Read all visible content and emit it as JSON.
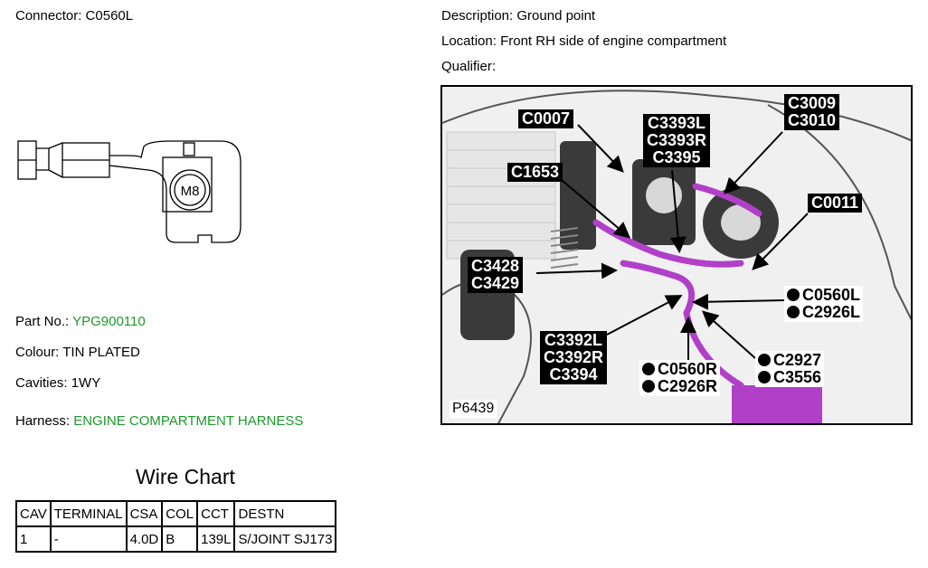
{
  "connector": {
    "label": "Connector:",
    "value": "C0560L"
  },
  "connector_diagram": {
    "stud_label": "M8"
  },
  "description": {
    "label": "Description:",
    "value": "Ground point"
  },
  "location": {
    "label": "Location:",
    "value": "Front RH side of engine compartment"
  },
  "qualifier": {
    "label": "Qualifier:",
    "value": ""
  },
  "part_no": {
    "label": "Part No.:",
    "value": "YPG900110"
  },
  "colour": {
    "label": "Colour:",
    "value": "TIN PLATED"
  },
  "cavities": {
    "label": "Cavities:",
    "value": "1WY"
  },
  "harness": {
    "label": "Harness:",
    "value": "ENGINE COMPARTMENT HARNESS"
  },
  "wire_chart": {
    "title": "Wire Chart",
    "headers": [
      "CAV",
      "TERMINAL",
      "CSA",
      "COL",
      "CCT",
      "DESTN"
    ],
    "rows": [
      [
        "1",
        "-",
        "4.0D",
        "B",
        "139L",
        "S/JOINT SJ173"
      ]
    ]
  },
  "photo": {
    "id": "P6439",
    "labels": {
      "c0007": "C0007",
      "c3393": [
        "C3393L",
        "C3393R",
        "C3395"
      ],
      "c3009": [
        "C3009",
        "C3010"
      ],
      "c1653": "C1653",
      "c0011": "C0011",
      "c3428": [
        "C3428",
        "C3429"
      ],
      "c0560l": [
        "C0560L",
        "C2926L"
      ],
      "c3392": [
        "C3392L",
        "C3392R",
        "C3394"
      ],
      "c2927": [
        "C2927",
        "C3556"
      ],
      "c0560r": [
        "C0560R",
        "C2926R"
      ]
    }
  },
  "colors": {
    "accent_green": "#1b9a2a",
    "harness_magenta": "#b040c8"
  }
}
